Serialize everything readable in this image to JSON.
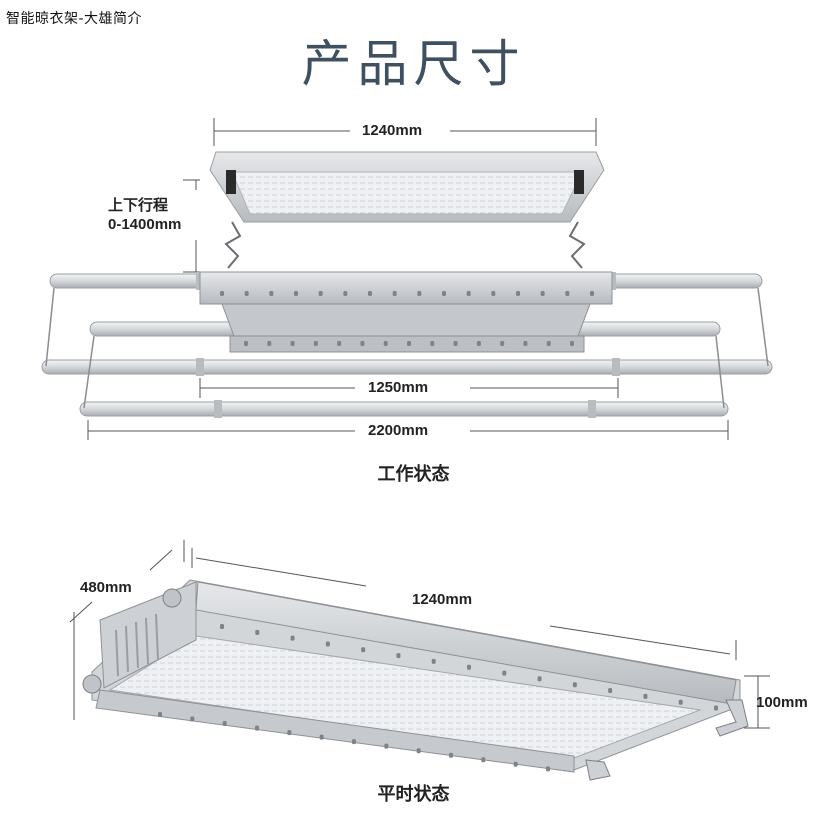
{
  "header": {
    "caption": "智能晾衣架-大雄简介",
    "title": "产品尺寸"
  },
  "working_state": {
    "top_width": "1240mm",
    "lift_label_line1": "上下行程",
    "lift_label_line2": "0-1400mm",
    "inner_width": "1250mm",
    "total_width": "2200mm",
    "state_label": "工作状态"
  },
  "flat_state": {
    "depth": "480mm",
    "length": "1240mm",
    "height": "100mm",
    "state_label": "平时状态"
  },
  "colors": {
    "title": "#3f5060",
    "frame": "#c9ccd0",
    "frame_dark": "#8e9296",
    "panel": "#eef0f3",
    "rod": "#d6d8db",
    "dim_line": "#444444"
  }
}
